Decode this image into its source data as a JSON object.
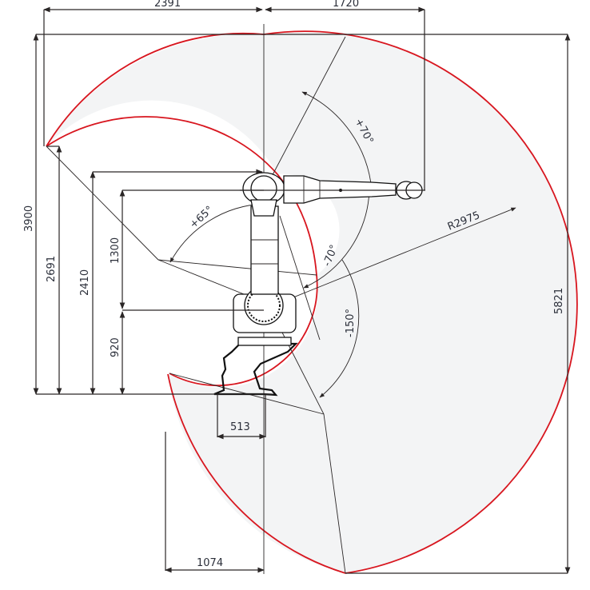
{
  "diagram": {
    "type": "robot-working-range",
    "colors": {
      "envelope_outline": "#d8161f",
      "envelope_fill": "#f3f4f5",
      "lines": "#2a2626",
      "text": "#2b2f3a"
    },
    "dimensions": {
      "top_left_width": "2391",
      "top_right_width": "1720",
      "left_height_total": "3900",
      "left_height_2": "2691",
      "left_height_3": "2410",
      "upper_arm_height": "1300",
      "base_height": "920",
      "right_height_total": "5821",
      "base_width": "513",
      "bottom_width": "1074",
      "reach_radius": "R2975"
    },
    "angles": {
      "axis3_plus": "+70°",
      "axis2_plus": "+65°",
      "axis3_minus": "-70°",
      "axis2_minus": "-150°"
    }
  }
}
